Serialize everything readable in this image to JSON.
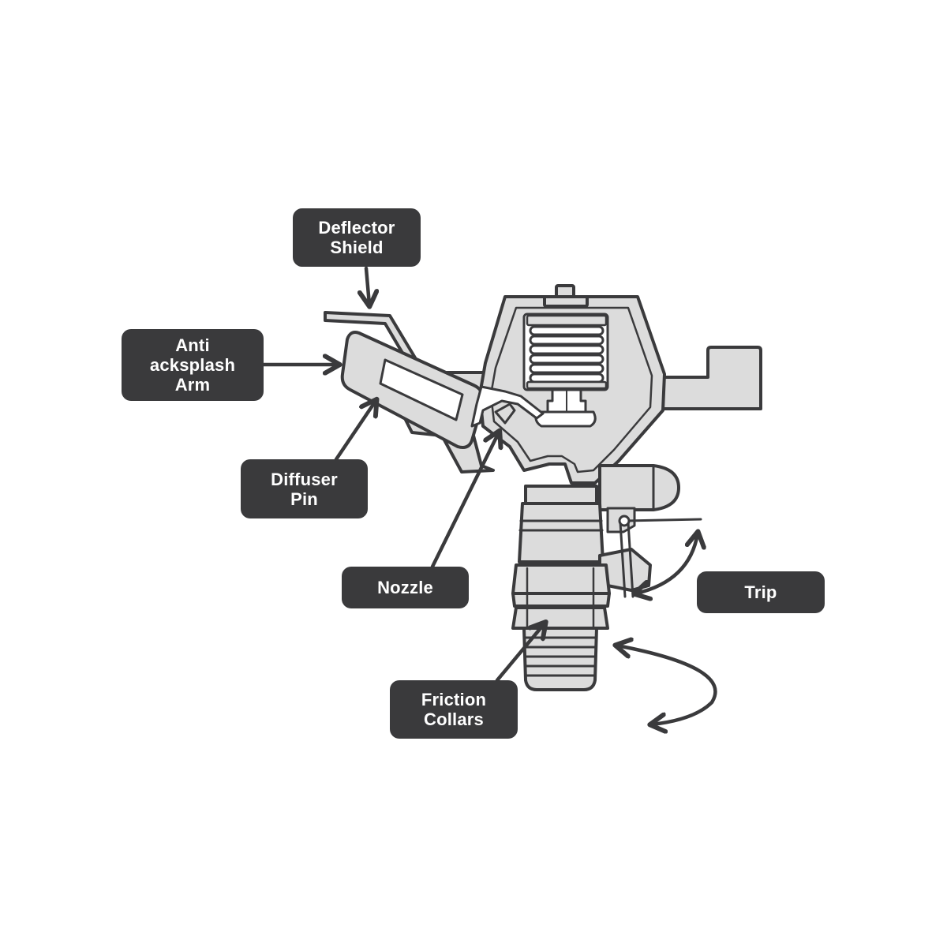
{
  "labels": {
    "deflector_shield": {
      "line1": "Deflector",
      "line2": "Shield"
    },
    "anti_backsplash_arm": {
      "line1": "Anti",
      "line2": "acksplash",
      "line3": "Arm"
    },
    "diffuser_pin": {
      "line1": "Diffuser",
      "line2": "Pin"
    },
    "nozzle": {
      "line1": "Nozzle"
    },
    "trip": {
      "line1": "Trip"
    },
    "friction_collars": {
      "line1": "Friction",
      "line2": "Collars"
    }
  },
  "colors": {
    "label_background": "#3a3a3c",
    "label_text": "#ffffff",
    "outline": "#3a3a3c",
    "body_fill": "#dcdcdc",
    "inner_fill": "#ffffff"
  }
}
